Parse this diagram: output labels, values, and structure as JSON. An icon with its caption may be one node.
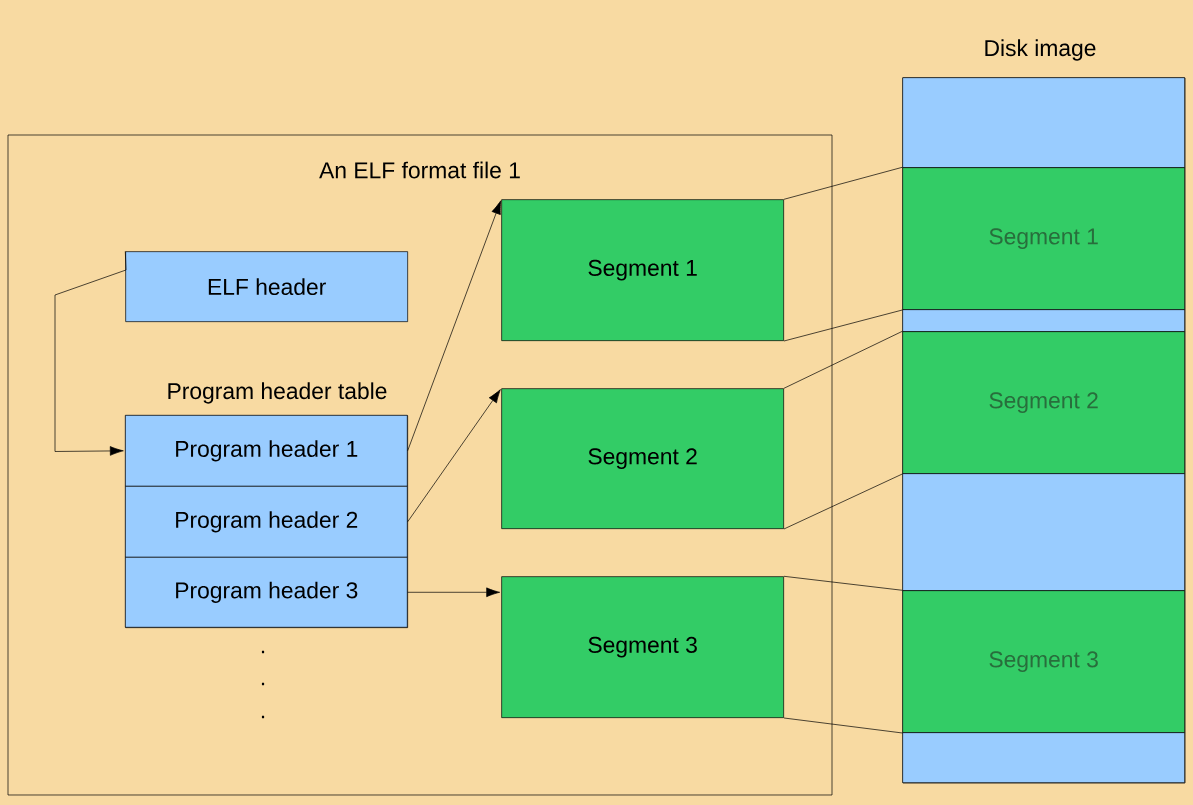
{
  "diagram": {
    "nodes": [
      {
        "text": [
          "An ELF format file 1"
        ]
      },
      {
        "text": [
          "ELF header"
        ],
        "in": 0
      },
      {
        "text": [
          "Program header table"
        ],
        "in": 0
      },
      {
        "text": [
          "Program header 1"
        ],
        "in": 2
      },
      {
        "text": [
          "Program header 2"
        ],
        "in": 2
      },
      {
        "text": [
          "Program header 3"
        ],
        "in": 2
      },
      {
        "text": [
          "Segment 1"
        ],
        "in": 0
      },
      {
        "text": [
          "Segment 2"
        ],
        "in": 0
      },
      {
        "text": [
          "Segment 3"
        ],
        "in": 0
      },
      {
        "text": [
          "Disk image"
        ]
      },
      {
        "text": [],
        "shape": "box",
        "in": 9
      },
      {
        "text": [
          "Segment 1"
        ],
        "in": 9
      },
      {
        "text": [],
        "shape": "box",
        "in": 9
      },
      {
        "text": [
          "Segment 2"
        ],
        "in": 9
      },
      {
        "text": [],
        "shape": "box",
        "in": 9
      },
      {
        "text": [
          "Segment 3"
        ],
        "in": 9
      },
      {
        "text": [],
        "shape": "box",
        "in": 9
      }
    ],
    "edges": [
      {
        "from": 1,
        "to": 3,
        "arrow": "to"
      },
      {
        "from": 3,
        "to": 6,
        "arrow": "to"
      },
      {
        "from": 4,
        "to": 7,
        "arrow": "to"
      },
      {
        "from": 5,
        "to": 8,
        "arrow": "to"
      },
      {
        "from": 6,
        "to": 11,
        "arrow": "none"
      },
      {
        "from": 6,
        "to": 11,
        "arrow": "none"
      },
      {
        "from": 7,
        "to": 13,
        "arrow": "none"
      },
      {
        "from": 7,
        "to": 13,
        "arrow": "none"
      },
      {
        "from": 8,
        "to": 15,
        "arrow": "none"
      },
      {
        "from": 8,
        "to": 15,
        "arrow": "none"
      }
    ],
    "labels": [
      ".",
      ".",
      "."
    ]
  }
}
